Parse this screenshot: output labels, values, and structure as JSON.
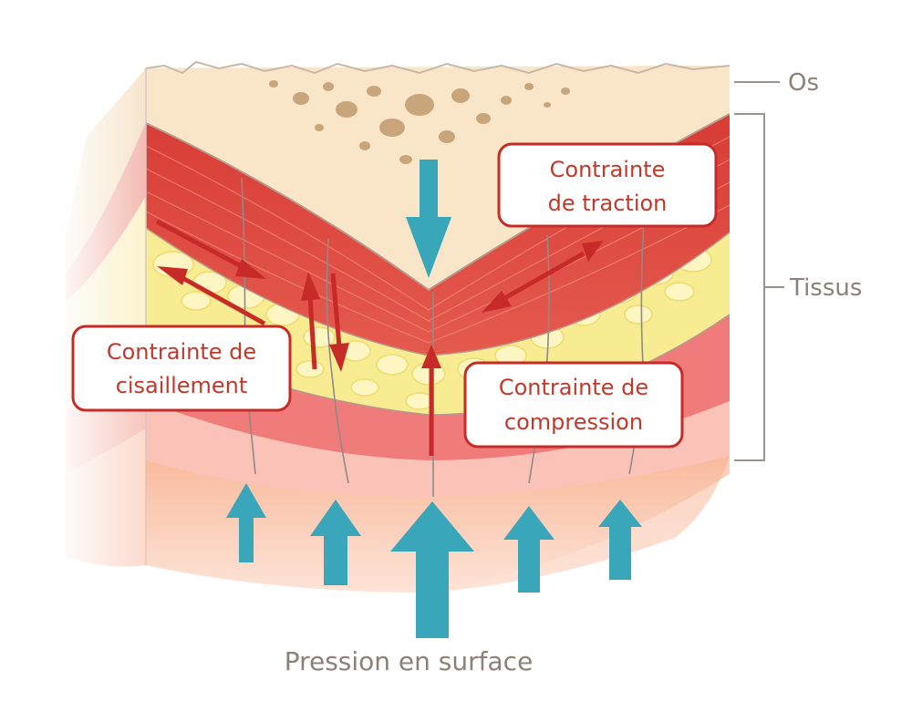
{
  "labels": {
    "bone": "Os",
    "tissue": "Tissus",
    "surface_pressure": "Pression en surface"
  },
  "boxes": {
    "traction": [
      "Contrainte",
      "de traction"
    ],
    "shear": [
      "Contrainte de",
      "cisaillement"
    ],
    "compression": [
      "Contrainte de",
      "compression"
    ]
  },
  "colors": {
    "bone": "#f9e6c9",
    "bone_holes": "#c7a47a",
    "muscle": "#d9443c",
    "fat": "#f7ea8f",
    "dermis": "#ee7676",
    "skin": "#fbc1b5",
    "surface": "#f8a078",
    "pressure_arrow": "#3aa6b9",
    "stress_arrow": "#c62b27",
    "label_gray": "#8e7f78"
  }
}
